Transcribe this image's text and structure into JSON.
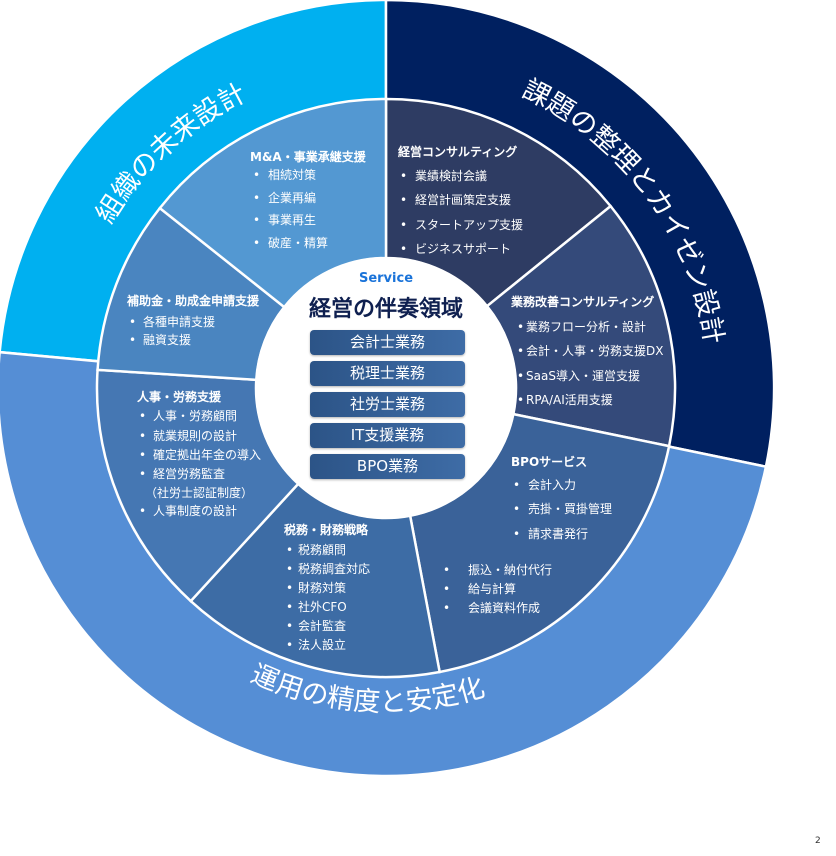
{
  "outer_ring": [
    {
      "label": "組織の未来設計",
      "color": "#00b0f0"
    },
    {
      "label": "課題の整理とカイゼン設計",
      "color": "#002060"
    },
    {
      "label": "運用の精度と安定化",
      "color": "#558ed5"
    }
  ],
  "center": {
    "service_label": "Service",
    "title": "経営の伴奏領域",
    "buttons": [
      "会計士業務",
      "税理士業務",
      "社労士業務",
      "IT支援業務",
      "BPO業務"
    ]
  },
  "segments": {
    "keiei": {
      "title": "経営コンサルティング",
      "color": "#2e3c63",
      "items": [
        "業績検討会議",
        "経営計画策定支援",
        "スタートアップ支援",
        "ビジネスサポート"
      ]
    },
    "gyomu": {
      "title": "業務改善コンサルティング",
      "color": "#344a7a",
      "items": [
        "業務フロー分析・設計",
        "会計・人事・労務支援DX",
        "SaaS導入・運営支援",
        "RPA/AI活用支援"
      ]
    },
    "bpo": {
      "title": "BPOサービス",
      "color": "#3a6299",
      "items": [
        "会計入力",
        "売掛・買掛管理",
        "請求書発行",
        "振込・納付代行",
        "給与計算",
        "会議資料作成"
      ]
    },
    "zeimu": {
      "title": "税務・財務戦略",
      "color": "#3d6ca5",
      "items": [
        "税務顧問",
        "税務調査対応",
        "財務対策",
        "社外CFO",
        "会計監査",
        "法人設立"
      ]
    },
    "jinji": {
      "title": "人事・労務支援",
      "color": "#4577b3",
      "items": [
        "人事・労務顧問",
        "就業規則の設計",
        "確定拠出年金の導入",
        "経営労務監査",
        "（社労士認証制度）",
        "人事制度の設計"
      ]
    },
    "hojo": {
      "title": "補助金・助成金申請支援",
      "color": "#4a85c0",
      "items": [
        "各種申請支援",
        "融資支援"
      ]
    },
    "ma": {
      "title": "M&A・事業承継支援",
      "color": "#5398d2",
      "items": [
        "相続対策",
        "企業再編",
        "事業再生",
        "破産・精算"
      ]
    }
  },
  "page_number": "2"
}
